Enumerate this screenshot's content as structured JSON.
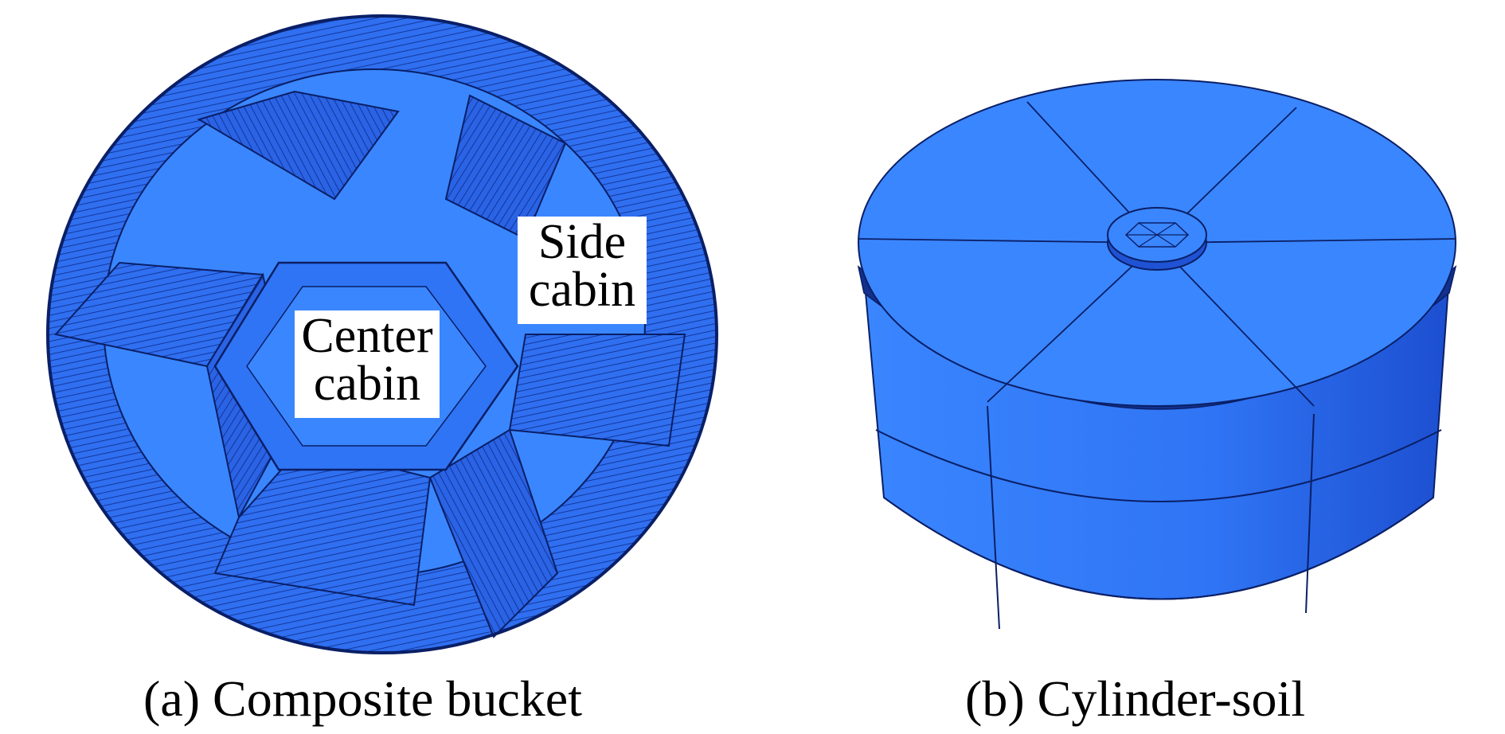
{
  "panels": [
    {
      "caption": "(a) Composite bucket",
      "labels": {
        "side_cabin": [
          "Side",
          "cabin"
        ],
        "center_cabin": [
          "Center",
          "cabin"
        ]
      }
    },
    {
      "caption": "(b) Cylinder-soil"
    }
  ],
  "colors": {
    "body": "#2e6fe6",
    "face_light": "#3a86ff",
    "face_mid": "#2a62e0",
    "face_dark": "#1a3fb4",
    "edge": "#0a1f66",
    "background": "#ffffff",
    "text": "#000000"
  }
}
